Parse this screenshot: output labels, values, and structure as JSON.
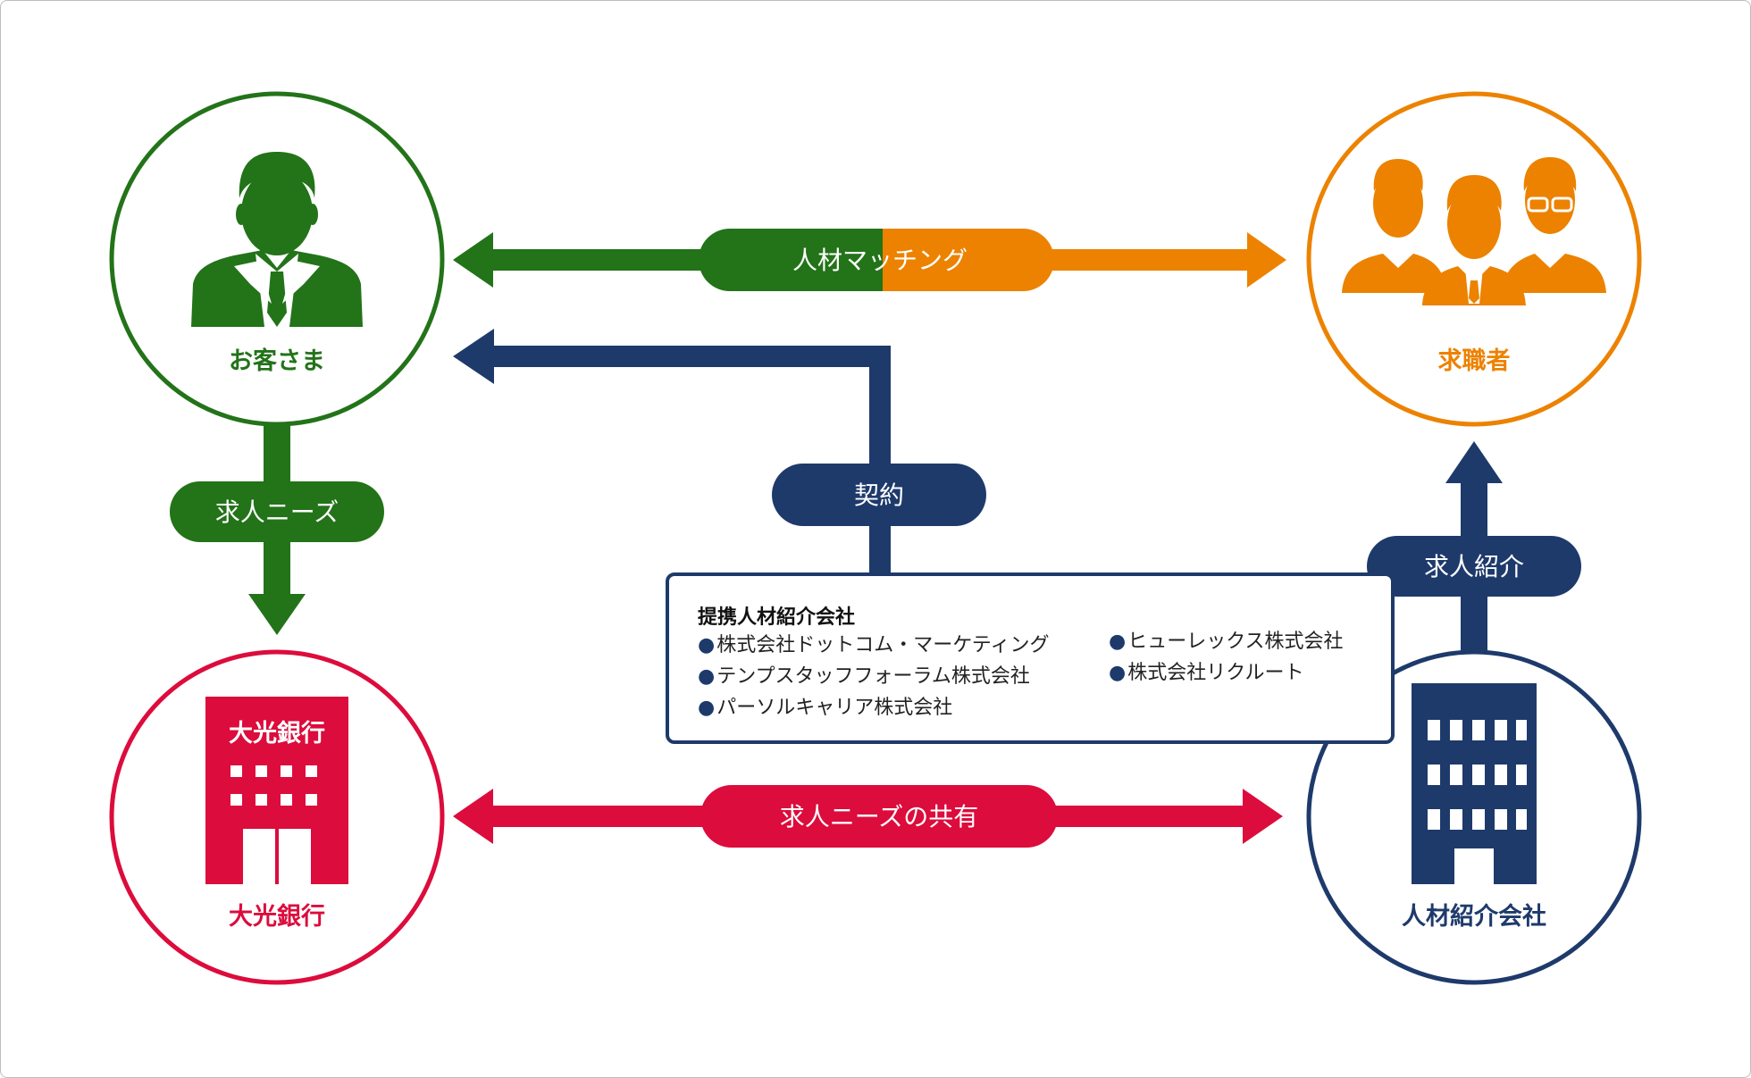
{
  "colors": {
    "green": "#237319",
    "orange": "#ec8200",
    "navy": "#1e3a6b",
    "red": "#dc0c3c"
  },
  "nodes": {
    "customer": {
      "label": "お客さま",
      "icon": "businessman-icon"
    },
    "job_seeker": {
      "label": "求職者",
      "icon": "people-group-icon"
    },
    "bank": {
      "label": "大光銀行",
      "sign": "大光銀行",
      "icon": "bank-building-icon"
    },
    "agency": {
      "label": "人材紹介会社",
      "icon": "office-building-icon"
    }
  },
  "flows": {
    "matching": "人材マッチング",
    "contract": "契約",
    "job_needs": "求人ニーズ",
    "introduction": "求人紹介",
    "sharing": "求人ニーズの共有"
  },
  "partners": {
    "title": "提携人材紹介会社",
    "left": [
      "株式会社ドットコム・マーケティング",
      "テンプスタッフフォーラム株式会社",
      "パーソルキャリア株式会社"
    ],
    "right": [
      "ヒューレックス株式会社",
      "株式会社リクルート"
    ]
  }
}
